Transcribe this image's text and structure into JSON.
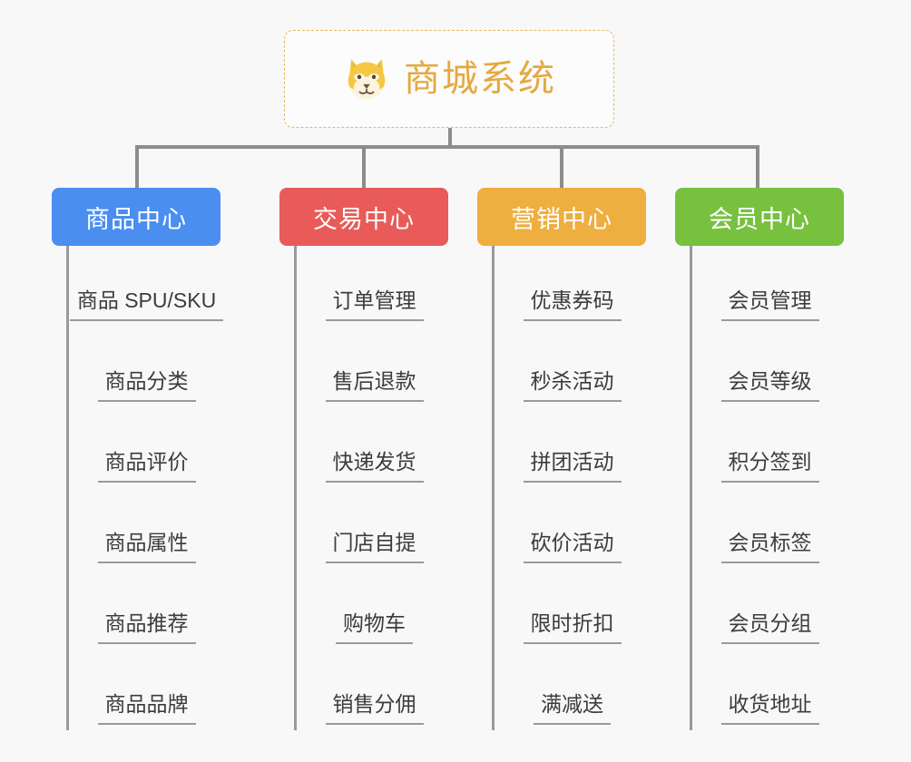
{
  "diagram": {
    "type": "mindmap",
    "background_color": "#f8f8f8",
    "root": {
      "title": "商城系统",
      "icon": "shiba-dog-face-emoji",
      "title_color": "#e5a93f",
      "border_color": "#e8b860"
    },
    "connector_color": "#8c8c8c",
    "branches": [
      {
        "label": "商品中心",
        "color": "#4a8ef0",
        "items": [
          "商品 SPU/SKU",
          "商品分类",
          "商品评价",
          "商品属性",
          "商品推荐",
          "商品品牌"
        ]
      },
      {
        "label": "交易中心",
        "color": "#e85b58",
        "items": [
          "订单管理",
          "售后退款",
          "快递发货",
          "门店自提",
          "购物车",
          "销售分佣"
        ]
      },
      {
        "label": "营销中心",
        "color": "#eeae40",
        "items": [
          "优惠券码",
          "秒杀活动",
          "拼团活动",
          "砍价活动",
          "限时折扣",
          "满减送"
        ]
      },
      {
        "label": "会员中心",
        "color": "#77c13f",
        "items": [
          "会员管理",
          "会员等级",
          "积分签到",
          "会员标签",
          "会员分组",
          "收货地址"
        ]
      }
    ]
  }
}
